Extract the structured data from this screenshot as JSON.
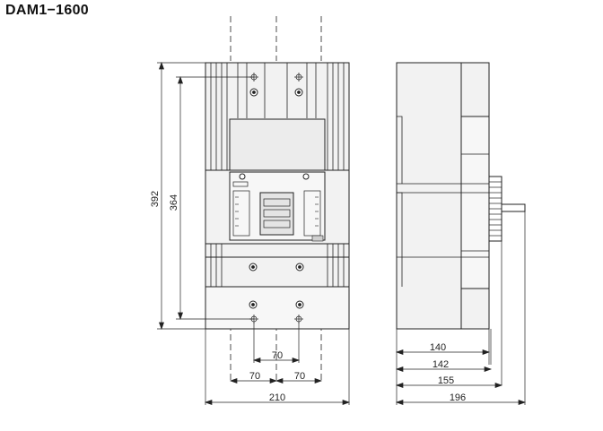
{
  "title": "DAM1−1600",
  "front_view": {
    "overall_height": "392",
    "mount_height": "364",
    "pitch_center": "70",
    "pitch_left": "70",
    "pitch_right": "70",
    "overall_width": "210"
  },
  "side_view": {
    "depth_1": "140",
    "depth_2": "142",
    "depth_3": "155",
    "depth_4": "196"
  },
  "colors": {
    "line": "#222222",
    "fill": "#f2f2f2",
    "panel": "#e4e4e4"
  }
}
